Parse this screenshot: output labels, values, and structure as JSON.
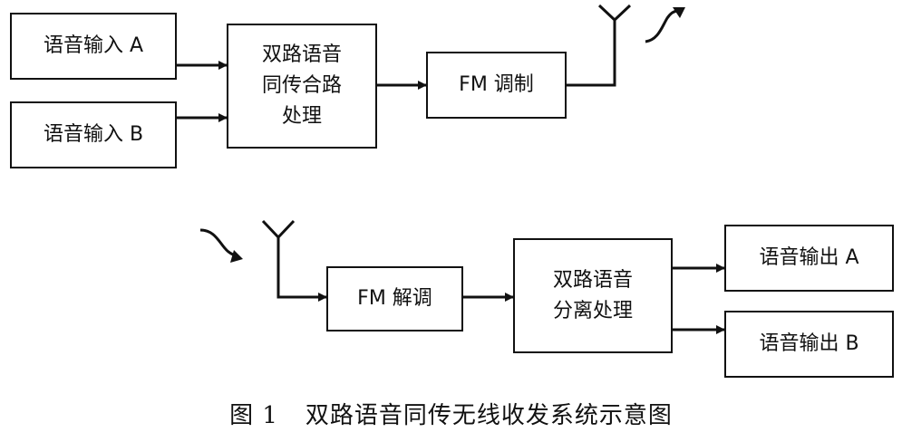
{
  "transmitter": {
    "input_a": "语音输入 A",
    "input_b": "语音输入 B",
    "combiner": "双路语音\n同传合路\n处理",
    "modulator": "FM 调制"
  },
  "receiver": {
    "demodulator": "FM 解调",
    "separator": "双路语音\n分离处理",
    "output_a": "语音输出 A",
    "output_b": "语音输出 B"
  },
  "caption": {
    "figure_number": "图 1",
    "title": "双路语音同传无线收发系统示意图"
  }
}
